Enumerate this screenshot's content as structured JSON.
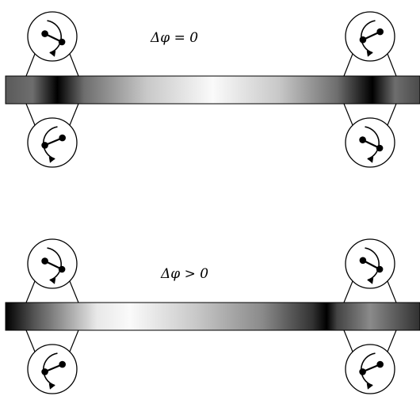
{
  "panels": [
    {
      "id": "in-phase",
      "label": "Δφ = 0"
    },
    {
      "id": "phase-shift",
      "label": "Δφ > 0"
    }
  ]
}
